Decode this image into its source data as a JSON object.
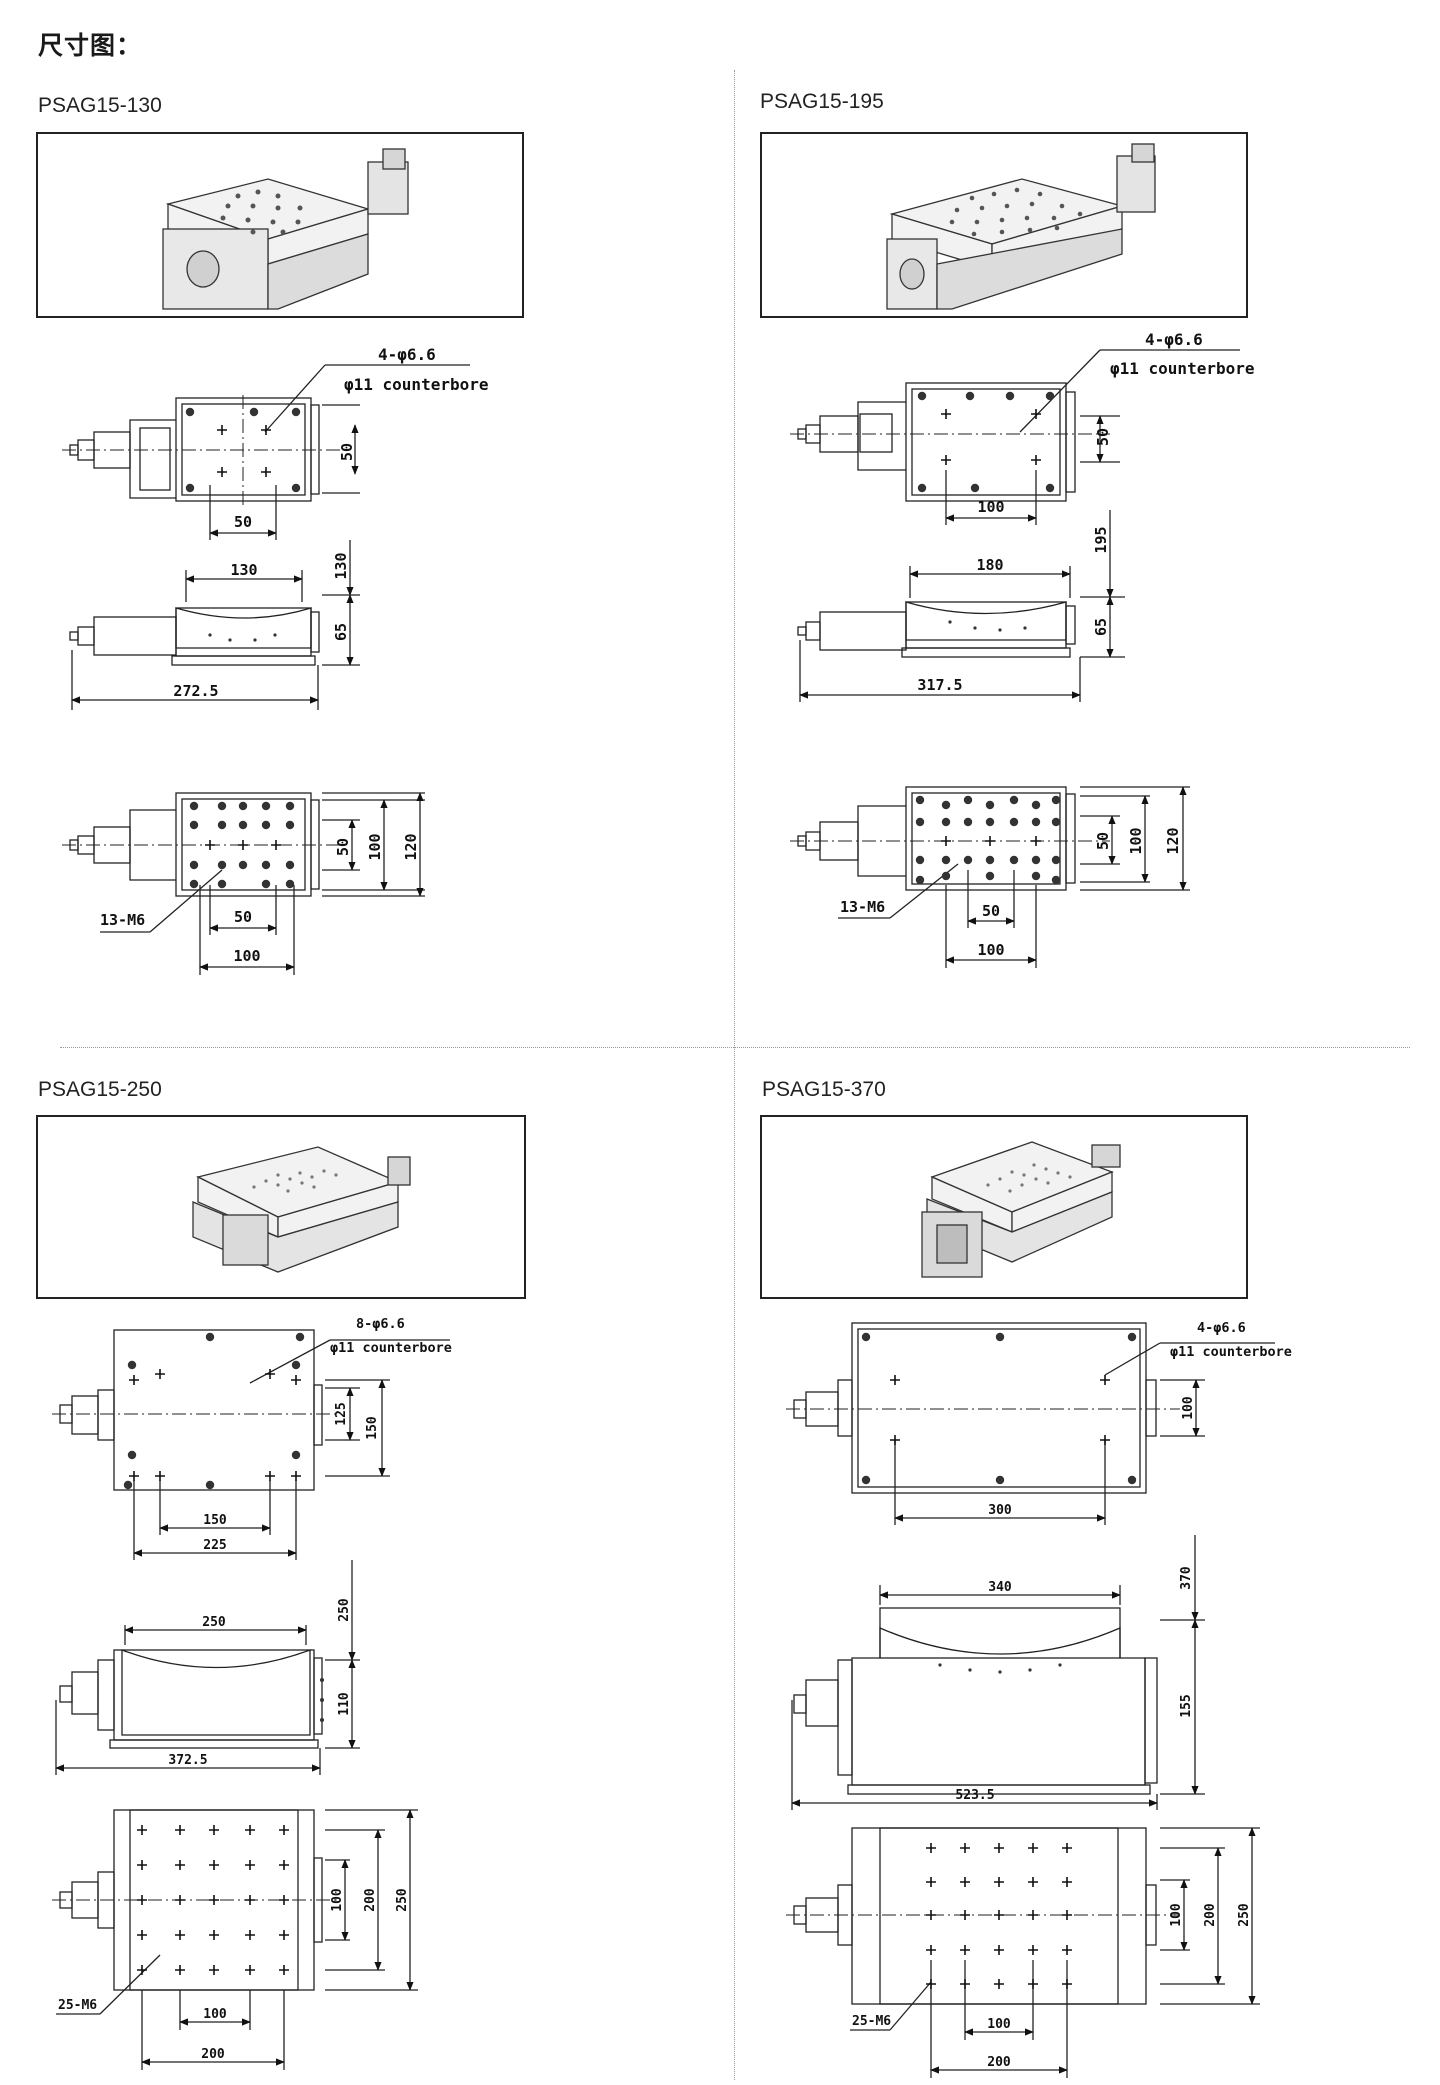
{
  "page": {
    "title": "尺寸图："
  },
  "models": [
    {
      "name": "PSAG15-130",
      "top_note_1": "4-φ6.6",
      "top_note_2": "φ11 counterbore",
      "top_dim_h": "50",
      "top_dim_v": "50",
      "side_dim_top": "130",
      "side_dim_v_top": "130",
      "side_dim_v_bottom": "65",
      "side_dim_total": "272.5",
      "bottom_dim_v1": "50",
      "bottom_dim_v2": "100",
      "bottom_dim_v3": "120",
      "bottom_dim_h1": "50",
      "bottom_dim_h2": "100",
      "bottom_note": "13-M6"
    },
    {
      "name": "PSAG15-195",
      "top_note_1": "4-φ6.6",
      "top_note_2": "φ11 counterbore",
      "top_dim_h": "100",
      "top_dim_v": "50",
      "side_dim_top": "180",
      "side_dim_v_top": "195",
      "side_dim_v_bottom": "65",
      "side_dim_total": "317.5",
      "bottom_dim_v1": "50",
      "bottom_dim_v2": "100",
      "bottom_dim_v3": "120",
      "bottom_dim_h1": "50",
      "bottom_dim_h2": "100",
      "bottom_note": "13-M6"
    },
    {
      "name": "PSAG15-250",
      "top_note_1": "8-φ6.6",
      "top_note_2": "φ11 counterbore",
      "top_dim_h1": "150",
      "top_dim_h2": "225",
      "top_dim_v1": "125",
      "top_dim_v2": "150",
      "side_dim_top": "250",
      "side_dim_v_top": "250",
      "side_dim_v_bottom": "110",
      "side_dim_total": "372.5",
      "bottom_dim_v1": "100",
      "bottom_dim_v2": "200",
      "bottom_dim_v3": "250",
      "bottom_dim_h1": "100",
      "bottom_dim_h2": "200",
      "bottom_note": "25-M6"
    },
    {
      "name": "PSAG15-370",
      "top_note_1": "4-φ6.6",
      "top_note_2": "φ11 counterbore",
      "top_dim_h": "300",
      "top_dim_v": "100",
      "side_dim_top": "340",
      "side_dim_v_top": "370",
      "side_dim_v_bottom": "155",
      "side_dim_total": "523.5",
      "bottom_dim_v1": "100",
      "bottom_dim_v2": "200",
      "bottom_dim_v3": "250",
      "bottom_dim_h1": "100",
      "bottom_dim_h2": "200",
      "bottom_note": "25-M6"
    }
  ]
}
